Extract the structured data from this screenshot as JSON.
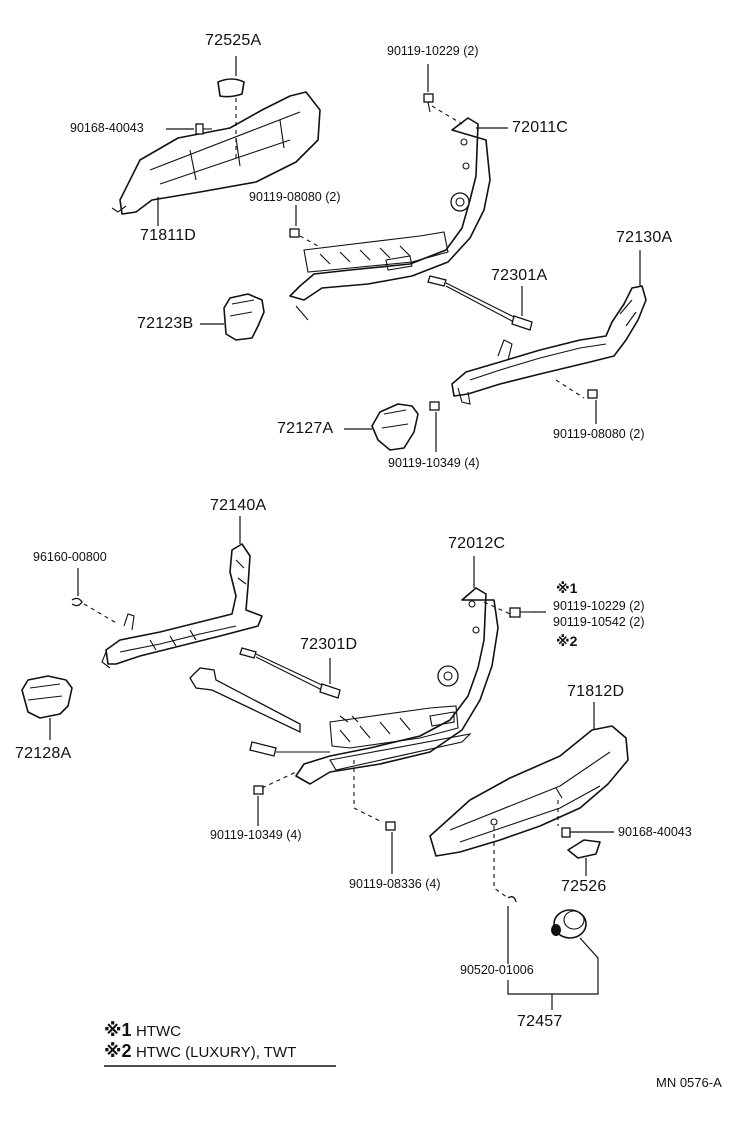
{
  "labels": {
    "p72525A": "72525A",
    "p90168_40043_top": "90168-40043",
    "p71811D": "71811D",
    "p90119_10229_top": "90119-10229 (2)",
    "p72011C": "72011C",
    "p90119_08080_left": "90119-08080 (2)",
    "p72130A": "72130A",
    "p72301A": "72301A",
    "p72123B": "72123B",
    "p72127A": "72127A",
    "p90119_10349_top": "90119-10349 (4)",
    "p90119_08080_right": "90119-08080 (2)",
    "p72140A": "72140A",
    "p96160_00800": "96160-00800",
    "p72012C": "72012C",
    "note1_mark": "※1",
    "p90119_10229_bottom": "90119-10229 (2)",
    "p90119_10542": "90119-10542 (2)",
    "note2_mark": "※2",
    "p72301D": "72301D",
    "p71812D": "71812D",
    "p72128A": "72128A",
    "p90168_40043_bottom": "90168-40043",
    "p90119_10349_bottom": "90119-10349 (4)",
    "p72526": "72526",
    "p90119_08336": "90119-08336 (4)",
    "p90520_01006": "90520-01006",
    "p72457": "72457"
  },
  "legend": {
    "item1_mark": "※1",
    "item1_text": "HTWC",
    "item2_mark": "※2",
    "item2_text": "HTWC (LUXURY), TWT"
  },
  "diagram_code": "MN  0576-A"
}
